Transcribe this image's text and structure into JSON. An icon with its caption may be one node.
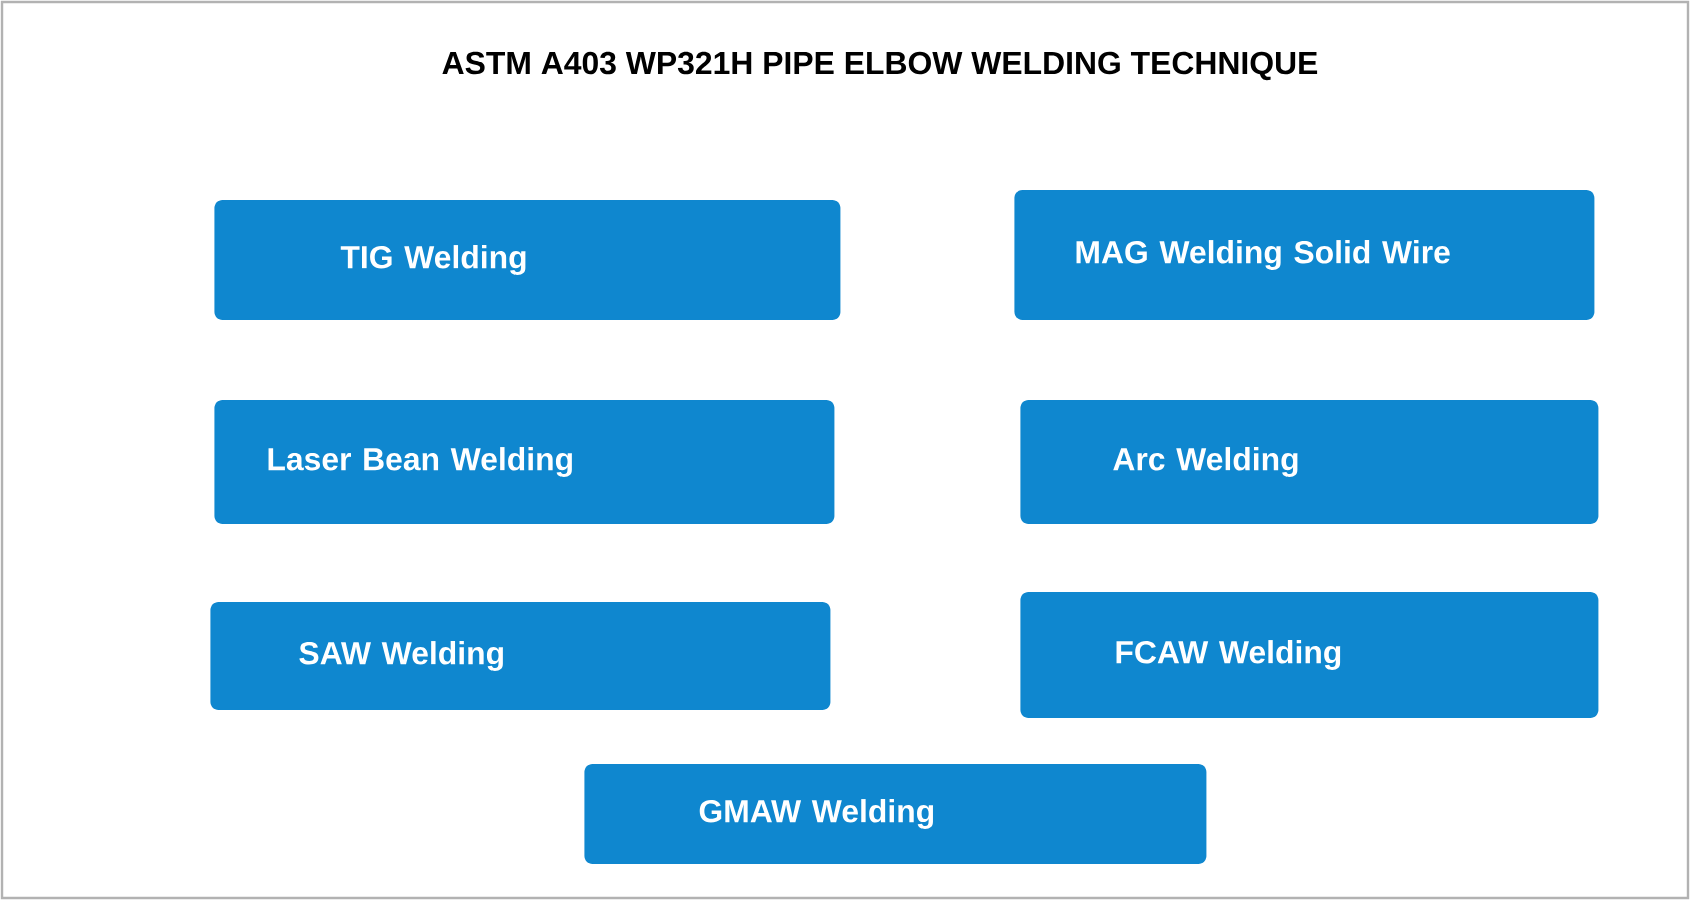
{
  "diagram": {
    "title": "ASTM A403 WP321H PIPE ELBOW WELDING TECHNIQUE",
    "nodes": [
      {
        "text": [
          "TIG Welding"
        ]
      },
      {
        "text": [
          "MAG Welding Solid Wire"
        ]
      },
      {
        "text": [
          "Laser Bean Welding"
        ]
      },
      {
        "text": [
          "Arc Welding"
        ]
      },
      {
        "text": [
          "SAW Welding"
        ]
      },
      {
        "text": [
          "FCAW Welding"
        ]
      },
      {
        "text": [
          "GMAW Welding"
        ]
      }
    ]
  }
}
